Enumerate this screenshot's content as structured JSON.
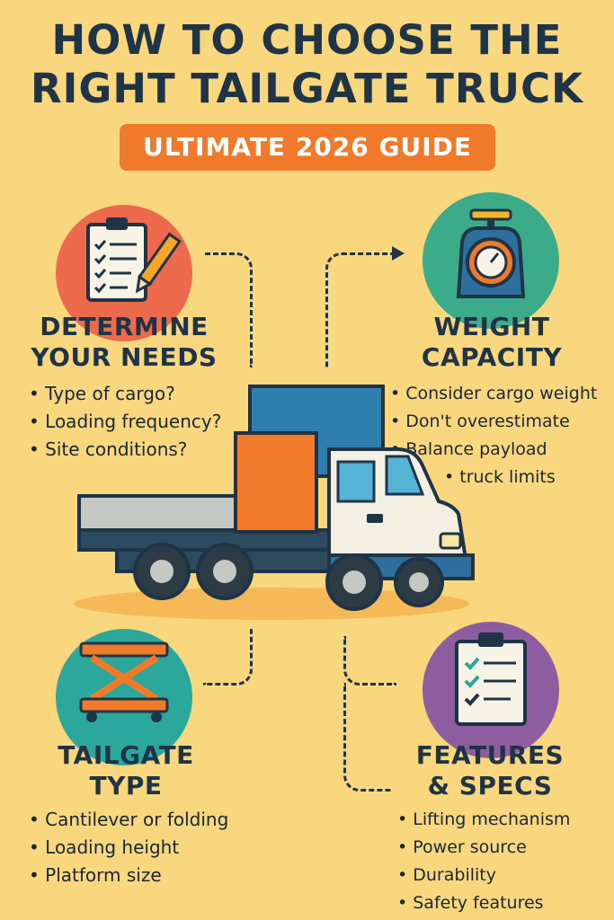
{
  "header": {
    "title_line1": "HOW TO CHOOSE THE",
    "title_line2": "RIGHT TAILGATE TRUCK",
    "badge": "ULTIMATE 2026 GUIDE"
  },
  "sections": {
    "needs": {
      "title_line1": "DETERMINE",
      "title_line2": "YOUR NEEDS",
      "icon": "clipboard-pencil-icon",
      "color": "#ee6a4c",
      "items": [
        "Type of cargo?",
        "Loading frequency?",
        "Site conditions?"
      ]
    },
    "weight": {
      "title_line1": "WEIGHT",
      "title_line2": "CAPACITY",
      "icon": "scale-icon",
      "color": "#3bab8a",
      "items": [
        "Consider cargo weight",
        "Don't overestimate",
        "Balance payload",
        "truck limits"
      ]
    },
    "tailgate": {
      "title_line1": "TAILGATE",
      "title_line2": "TYPE",
      "icon": "scissor-lift-icon",
      "color": "#2ba79b",
      "items": [
        "Cantilever or folding",
        "Loading height",
        "Platform size"
      ]
    },
    "features": {
      "title_line1": "FEATURES",
      "title_line2": "& SPECS",
      "icon": "checklist-icon",
      "color": "#8e5da0",
      "items": [
        "Lifting mechanism",
        "Power source",
        "Durability",
        "Safety features"
      ]
    }
  },
  "colors": {
    "background": "#f9d77e",
    "navy": "#1f3447",
    "orange": "#f07a2a",
    "truck_blue": "#2f7fae",
    "truck_cab": "#f3efe3"
  }
}
